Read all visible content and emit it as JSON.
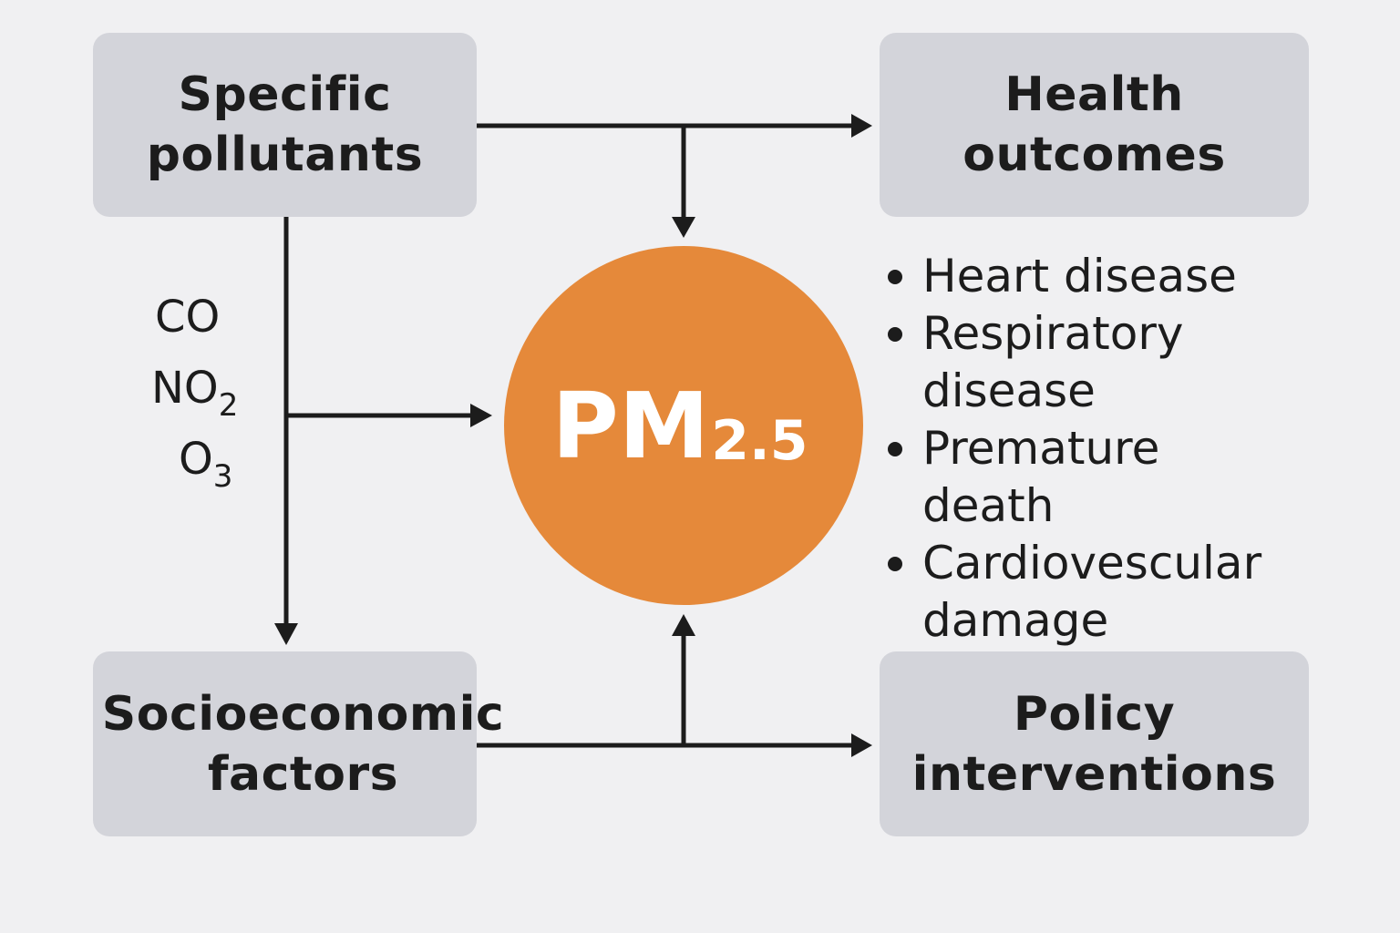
{
  "nodes": {
    "pollutants": {
      "title_line1": "Specific",
      "title_line2": "pollutants"
    },
    "health": {
      "title_line1": "Health",
      "title_line2": "outcomes"
    },
    "socio": {
      "title_line1": "Socioeconomic",
      "title_line2": "factors"
    },
    "policy": {
      "title_line1": "Policy",
      "title_line2": "interventions"
    },
    "center": {
      "main": "PM",
      "sub": "2.5",
      "color": "#e5893a"
    }
  },
  "pollutant_list": [
    {
      "base": "CO",
      "sub": ""
    },
    {
      "base": "NO",
      "sub": "2"
    },
    {
      "base": "O",
      "sub": "3"
    }
  ],
  "health_outcomes": [
    "Heart disease",
    "Respiratory disease",
    "Premature death",
    "Cardiovescular damage"
  ],
  "edges": [
    {
      "from": "pollutants",
      "to": "health"
    },
    {
      "from": "pollutants",
      "to": "center"
    },
    {
      "from": "pollutants",
      "to": "socio"
    },
    {
      "from": "pollutant_list",
      "to": "center"
    },
    {
      "from": "socio",
      "to": "policy"
    },
    {
      "from": "socio",
      "to": "center"
    }
  ],
  "colors": {
    "background": "#f0f0f2",
    "box": "#d3d4da",
    "arrow": "#1c1c1c",
    "center": "#e5893a"
  }
}
